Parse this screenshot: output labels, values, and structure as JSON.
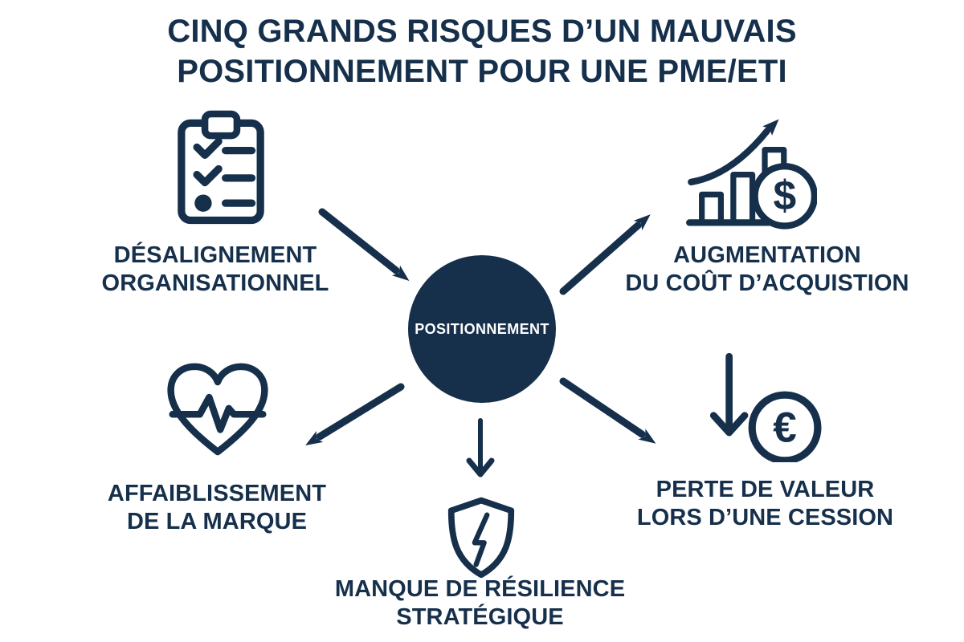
{
  "title": {
    "line1": "CINQ GRANDS RISQUES D’UN MAUVAIS",
    "line2": "POSITIONNEMENT POUR UNE PME/ETI"
  },
  "center": {
    "label": "POSITIONNEMENT"
  },
  "risks": [
    {
      "icon": "clipboard-checklist-icon",
      "line1": "DÉSALIGNEMENT",
      "line2": "ORGANISATIONNEL"
    },
    {
      "icon": "growth-chart-dollar-icon",
      "line1": "AUGMENTATION",
      "line2": "DU COÛT D’ACQUISTION"
    },
    {
      "icon": "heart-pulse-icon",
      "line1": "AFFAIBLISSEMENT",
      "line2": "DE LA MARQUE"
    },
    {
      "icon": "shield-lightning-icon",
      "line1": "MANQUE DE RÉSILIENCE",
      "line2": "STRATÉGIQUE"
    },
    {
      "icon": "down-arrow-euro-icon",
      "line1": "PERTE DE VALEUR",
      "line2": "LORS D’UNE CESSION"
    }
  ],
  "symbols": {
    "dollar": "$",
    "euro": "€"
  },
  "colors": {
    "navy": "#16304C",
    "background": "#FFFFFF",
    "hub_text": "#FFFFFF"
  }
}
